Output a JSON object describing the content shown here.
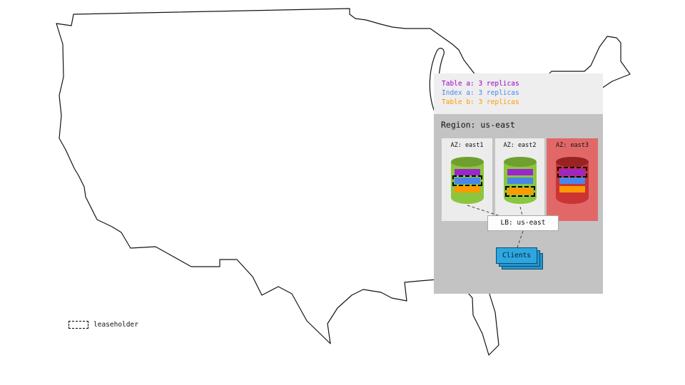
{
  "replica_legend": {
    "items": [
      {
        "name": "table-a",
        "label": "Table a: 3 replicas",
        "color": "#9900cc"
      },
      {
        "name": "index-a",
        "label": "Index a: 3 replicas",
        "color": "#4a86e8"
      },
      {
        "name": "table-b",
        "label": "Table b: 3 replicas",
        "color": "#ff9900"
      }
    ]
  },
  "region": {
    "label": "Region: us-east",
    "azs": [
      {
        "label": "AZ: east1",
        "state": "available",
        "replicas": [
          {
            "name": "table-a",
            "color": "#9b26c9",
            "leaseholder": false
          },
          {
            "name": "index-a",
            "color": "#4a86e8",
            "leaseholder": true
          },
          {
            "name": "table-b",
            "color": "#ff9900",
            "leaseholder": false
          }
        ]
      },
      {
        "label": "AZ: east2",
        "state": "available",
        "replicas": [
          {
            "name": "table-a",
            "color": "#9b26c9",
            "leaseholder": false
          },
          {
            "name": "index-a",
            "color": "#4a86e8",
            "leaseholder": false
          },
          {
            "name": "table-b",
            "color": "#ff9900",
            "leaseholder": true
          }
        ]
      },
      {
        "label": "AZ: east3",
        "state": "down",
        "replicas": [
          {
            "name": "table-a",
            "color": "#9b26c9",
            "leaseholder": true
          },
          {
            "name": "index-a",
            "color": "#4a86e8",
            "leaseholder": false
          },
          {
            "name": "table-b",
            "color": "#ff9900",
            "leaseholder": false
          }
        ]
      }
    ],
    "load_balancer": {
      "label": "LB: us-east"
    },
    "clients": {
      "label": "Clients"
    }
  },
  "leaseholder_legend": {
    "label": "leaseholder"
  },
  "colors": {
    "legend_bg": "#eeeeee",
    "region_bg": "#c3c3c3",
    "az_bg": "#ececec",
    "az_down_bg": "#e26868",
    "node_up_body": "#8cc63e",
    "node_up_top": "#6f9f2f",
    "node_down_body": "#cc3333",
    "node_down_top": "#992222",
    "clients_bg": "#2ea6df"
  }
}
